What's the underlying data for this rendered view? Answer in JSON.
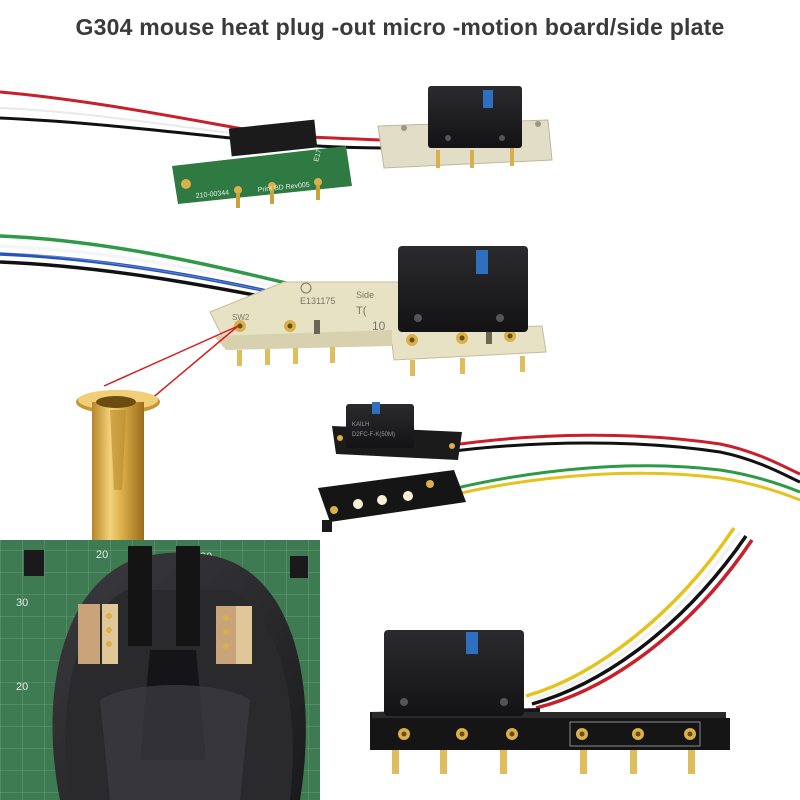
{
  "title": "G304 mouse heat plug -out micro -motion board/side plate",
  "board_top": {
    "silk_model": "210-00344",
    "silk_rev": "Print BD Rev005",
    "silk_code": "E17"
  },
  "board_middle": {
    "silk_code": "E131175",
    "silk_sw": "SW2",
    "silk_side": "Side",
    "silk_num": "10",
    "silk_t": "T("
  },
  "board_right": {
    "silk_line1": "KAILH",
    "silk_line2": "D2FC-F-K(50M)"
  },
  "photo": {
    "ruler_labels": [
      "20",
      "30",
      "30",
      "20"
    ]
  },
  "colors": {
    "pcb_green": "#2f7a43",
    "pcb_cream": "#e8e2c4",
    "switch_black": "#1d1d1f",
    "plunger_blue": "#2e6fbf",
    "gold": "#d9b04a",
    "mat_green": "#3f7b52"
  }
}
